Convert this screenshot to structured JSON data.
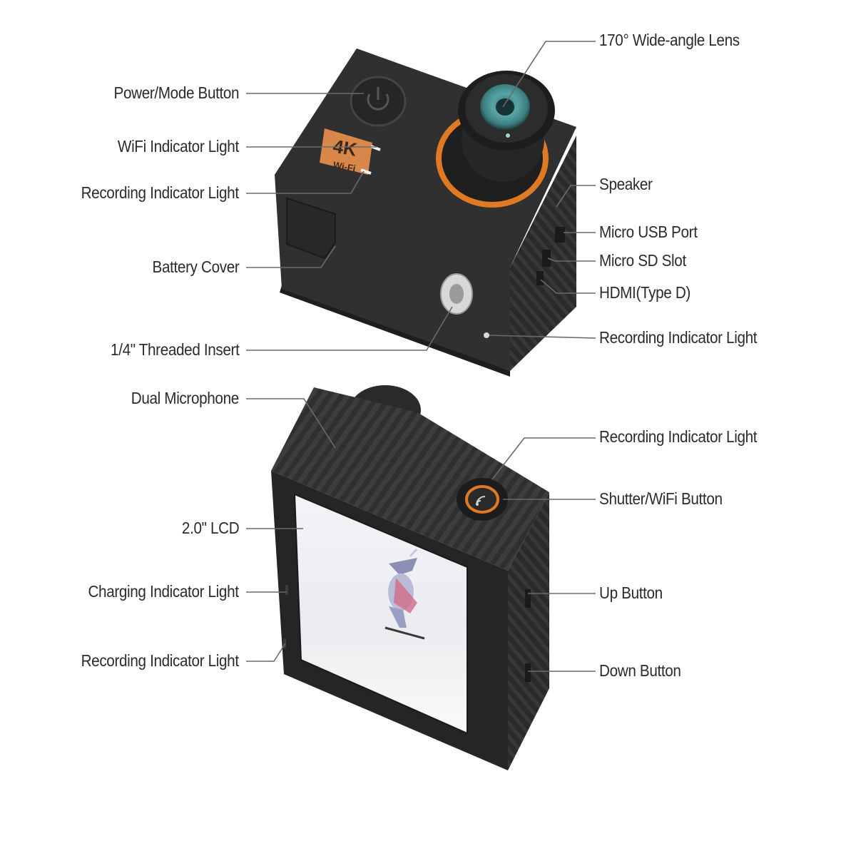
{
  "labels": {
    "lens": "170° Wide-angle Lens",
    "power_mode_button": "Power/Mode Button",
    "wifi_indicator_light": "WiFi Indicator Light",
    "recording_indicator_light_front": "Recording Indicator Light",
    "speaker": "Speaker",
    "micro_usb_port": "Micro USB Port",
    "micro_sd_slot": "Micro SD Slot",
    "hdmi": "HDMI(Type D)",
    "battery_cover": "Battery Cover",
    "recording_indicator_light_side": "Recording Indicator Light",
    "threaded_insert": "1/4\" Threaded Insert",
    "dual_microphone": "Dual Microphone",
    "recording_indicator_light_top": "Recording Indicator Light",
    "shutter_wifi_button": "Shutter/WiFi Button",
    "lcd": "2.0\" LCD",
    "charging_indicator_light": "Charging Indicator Light",
    "up_button": "Up Button",
    "recording_indicator_light_back": "Recording Indicator Light",
    "down_button": "Down Button"
  },
  "badge": {
    "line1": "4K",
    "line2": "Wi-Fi"
  },
  "colors": {
    "body": "#2e2e2e",
    "body_dark": "#1c1c1c",
    "accent_orange": "#e07a22",
    "badge_orange": "#d9864a",
    "lens_teal": "#3f8d8e",
    "leader_line": "#6a6a6a",
    "label_text": "#2b2b2b"
  }
}
